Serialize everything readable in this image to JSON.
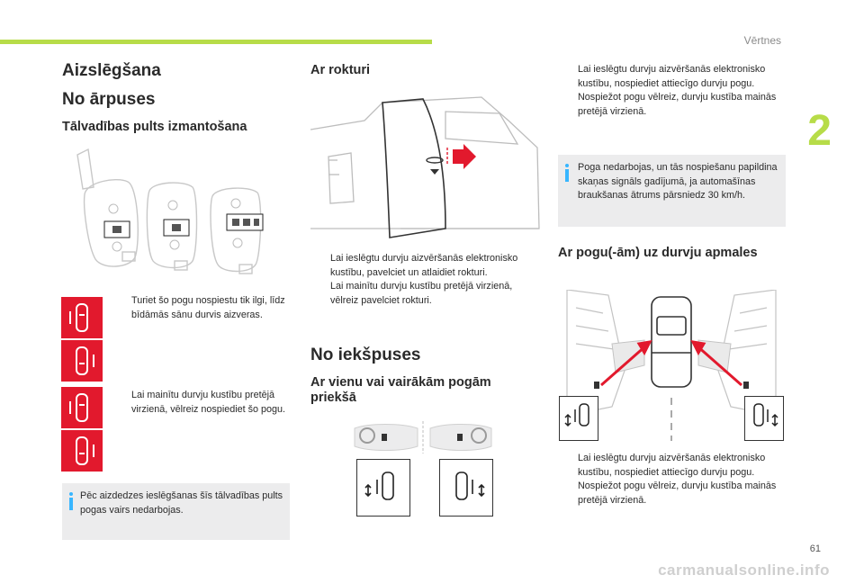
{
  "header": {
    "section": "Vērtnes",
    "chapter": "2",
    "page_number": "61"
  },
  "col1": {
    "title": "Aizslēgšana",
    "subtitle": "No ārpuses",
    "heading": "Tālvadības pults izmantošana",
    "bullet1": "Turiet šo pogu nospiestu tik ilgi, līdz bīdāmās sānu durvis aizveras.",
    "bullet2": "Lai mainītu durvju kustību pretējā virzienā, vēlreiz nospiediet šo pogu.",
    "note": "Pēc aizdedzes ieslēgšanas šīs tālvadības pults pogas vairs nedarbojas."
  },
  "col2": {
    "heading": "Ar rokturi",
    "bullet1": "Lai ieslēgtu durvju aizvēršanās elektronisko kustību, pavelciet un atlaidiet rokturi.",
    "bullet2": "Lai mainītu durvju kustību pretējā virzienā, vēlreiz pavelciet rokturi.",
    "section2": "No iekšpuses",
    "heading2": "Ar vienu vai vairākām pogām priekšā"
  },
  "col3": {
    "bullet1": "Lai ieslēgtu durvju aizvēršanās elektronisko kustību, nospiediet attiecīgo durvju pogu.",
    "bullet2": "Nospiežot pogu vēlreiz, durvju kustība mainās pretējā virzienā.",
    "note": "Poga nedarbojas, un tās nospiešanu papildina skaņas signāls gadījumā, ja automašīnas braukšanas ātrums pārsniedz 30 km/h.",
    "heading": "Ar pogu(-ām) uz durvju apmales",
    "bullet3": "Lai ieslēgtu durvju aizvēršanās elektronisko kustību, nospiediet attiecīgo durvju pogu.",
    "bullet4": "Nospiežot pogu vēlreiz, durvju kustība mainās pretējā virzienā."
  },
  "bullet_marker": "",
  "watermark": "carmanualsonline.info",
  "colors": {
    "accent": "#b7dc48",
    "red": "#e2192d",
    "info": "#38b6ff",
    "note_bg": "#ececed"
  }
}
